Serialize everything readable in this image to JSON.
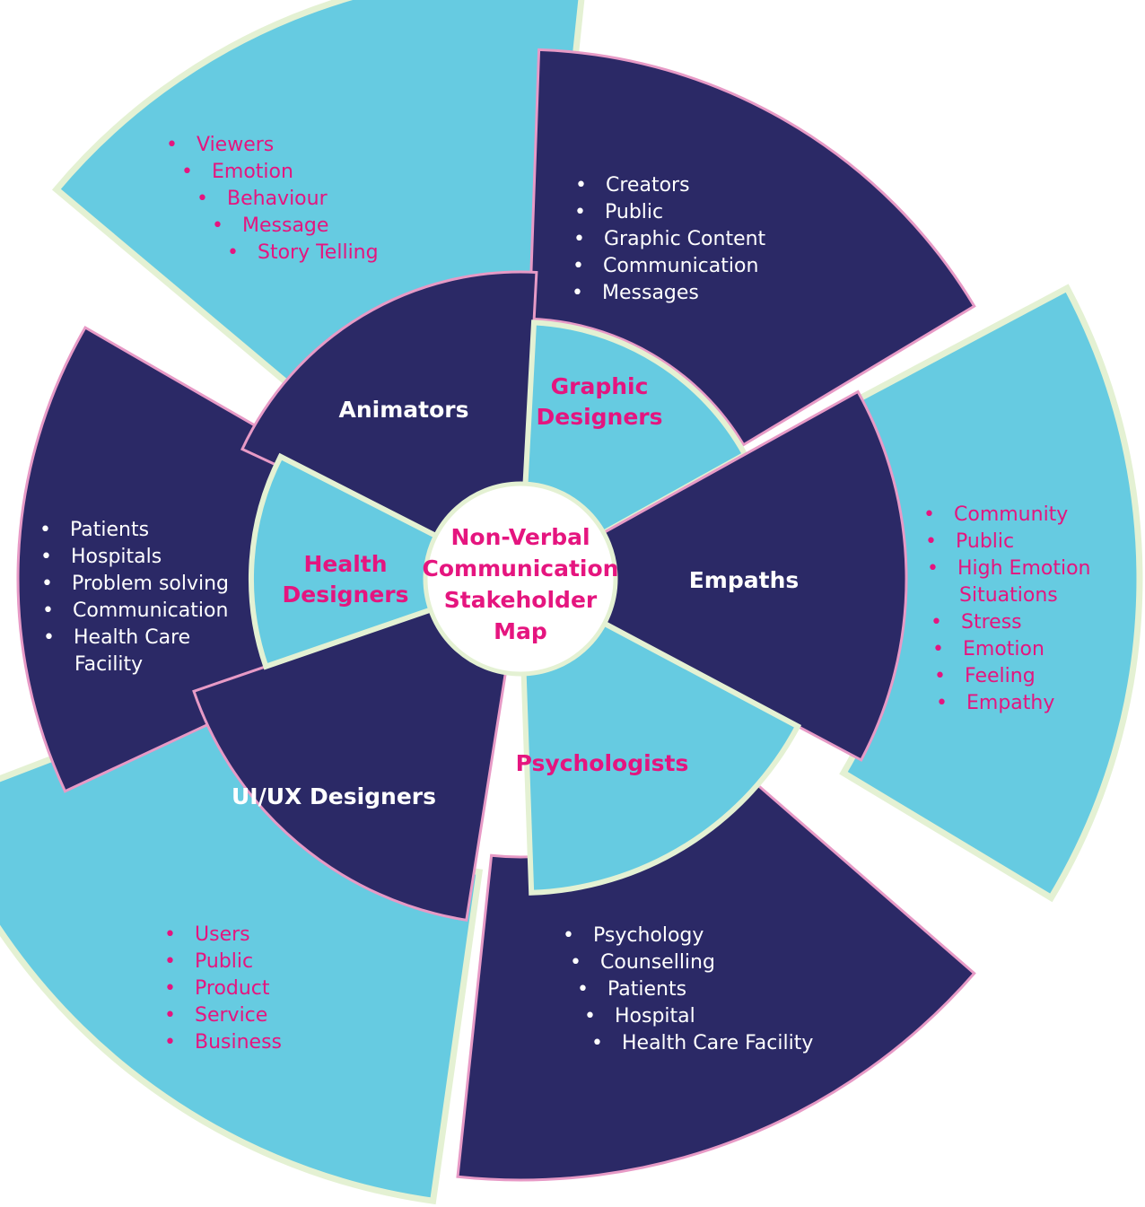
{
  "center": {
    "title_lines": [
      "Non-Verbal",
      "Communication",
      "Stakeholder",
      "Map"
    ]
  },
  "stakeholders": [
    {
      "name": "Animators",
      "label_lines": [
        "Animators"
      ],
      "color": "navy",
      "items": [
        [
          "Viewers"
        ],
        [
          "Emotion"
        ],
        [
          "Behaviour"
        ],
        [
          "Message"
        ],
        [
          "Story Telling"
        ]
      ]
    },
    {
      "name": "Graphic Designers",
      "label_lines": [
        "Graphic",
        "Designers"
      ],
      "color": "cyan",
      "items": [
        [
          "Creators"
        ],
        [
          "Public"
        ],
        [
          "Graphic Content"
        ],
        [
          "Communication"
        ],
        [
          "Messages"
        ]
      ]
    },
    {
      "name": "Empaths",
      "label_lines": [
        "Empaths"
      ],
      "color": "navy",
      "items": [
        [
          "Community"
        ],
        [
          "Public"
        ],
        [
          "High Emotion",
          "Situations"
        ],
        [
          "Stress"
        ],
        [
          "Emotion"
        ],
        [
          "Feeling"
        ],
        [
          "Empathy"
        ]
      ]
    },
    {
      "name": "Psychologists",
      "label_lines": [
        "Psychologists"
      ],
      "color": "cyan",
      "items": [
        [
          "Psychology"
        ],
        [
          "Counselling"
        ],
        [
          "Patients"
        ],
        [
          "Hospital"
        ],
        [
          "Health Care Facility"
        ]
      ]
    },
    {
      "name": "UI/UX Designers",
      "label_lines": [
        "UI/UX Designers"
      ],
      "color": "navy",
      "items": [
        [
          "Users"
        ],
        [
          "Public"
        ],
        [
          "Product"
        ],
        [
          "Service"
        ],
        [
          "Business"
        ]
      ]
    },
    {
      "name": "Health Designers",
      "label_lines": [
        "Health",
        "Designers"
      ],
      "color": "cyan",
      "items": [
        [
          "Patients"
        ],
        [
          "Hospitals"
        ],
        [
          "Problem solving"
        ],
        [
          "Communication"
        ],
        [
          "Health Care",
          "Facility"
        ]
      ]
    }
  ],
  "colors": {
    "navy": "#2b2966",
    "cyan": "#66cbe1",
    "pink": "#e5157f",
    "white": "#ffffff",
    "pale_border": "#e4f1d3",
    "pink_border": "#e79ac6"
  },
  "bullet": "•"
}
